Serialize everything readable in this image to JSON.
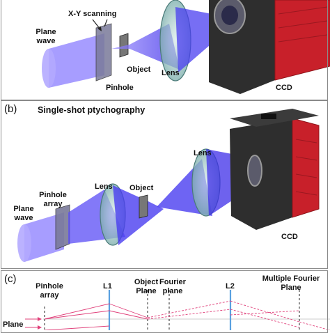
{
  "panel_a": {
    "labels": {
      "xy_scanning": "X-Y scanning",
      "plane_wave_1": "Plane",
      "plane_wave_2": "wave",
      "object": "Object",
      "lens": "Lens",
      "pinhole": "Pinhole",
      "ccd": "CCD"
    }
  },
  "panel_b": {
    "letter": "(b)",
    "title": "Single-shot ptychography",
    "labels": {
      "lens_left": "Lens",
      "lens_right": "Lens",
      "object": "Object",
      "pinhole_array_1": "Pinhole",
      "pinhole_array_2": "array",
      "plane_wave_1": "Plane",
      "plane_wave_2": "wave",
      "ccd": "CCD"
    }
  },
  "panel_c": {
    "letter": "(c)",
    "labels": {
      "pinhole_array_1": "Pinhole",
      "pinhole_array_2": "array",
      "l1": "L1",
      "object_plane_1": "Object",
      "object_plane_2": "Plane",
      "fourier_plane_1": "Fourier",
      "fourier_plane_2": "plane",
      "l2": "L2",
      "multiple_fourier_1": "Multiple Fourier",
      "multiple_fourier_2": "Plane",
      "plane_cut": "Plane"
    }
  },
  "colors": {
    "beam": "#4a3df0",
    "beam_light": "#8f84ff",
    "lens_glass": "#9fc4c4",
    "camera_red": "#c8202a",
    "camera_dark": "#3a3a3a",
    "ray_red": "#e0407a",
    "axis_blue": "#5aa0e0"
  }
}
